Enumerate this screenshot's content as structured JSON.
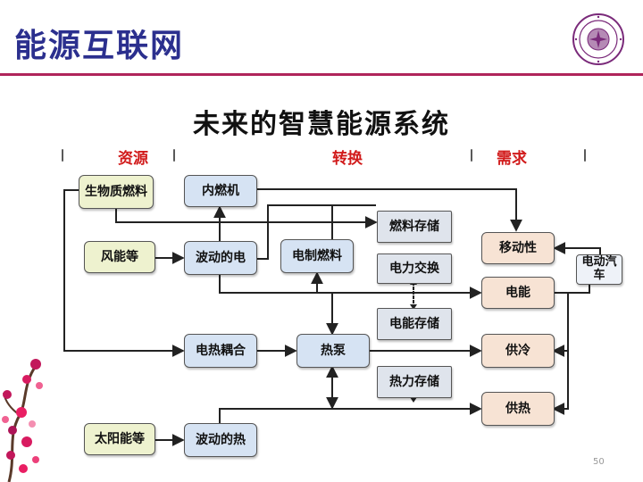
{
  "header": {
    "title": "能源互联网"
  },
  "diagram": {
    "title": "未来的智慧能源系统",
    "columns": {
      "resources": "资源",
      "conversion": "转换",
      "demand": "需求"
    },
    "nodes": {
      "biomass": "生物质燃料",
      "wind": "风能等",
      "solar": "太阳能等",
      "ice": "内燃机",
      "wave_elec": "波动的电",
      "coupling": "电热耦合",
      "wave_heat": "波动的热",
      "e_fuel": "电制燃料",
      "heat_pump": "热泵",
      "fuel_storage": "燃料存储",
      "power_exchange": "电力交换",
      "elec_storage": "电能存储",
      "heat_storage": "热力存储",
      "mobility": "移动性",
      "electricity": "电能",
      "cooling": "供冷",
      "heating": "供热",
      "ev": "电动汽车"
    }
  },
  "colors": {
    "title": "#2b2f8e",
    "rule": "#b0245a",
    "column_label": "#d11a1a"
  },
  "footer": {
    "page_number": "50"
  }
}
